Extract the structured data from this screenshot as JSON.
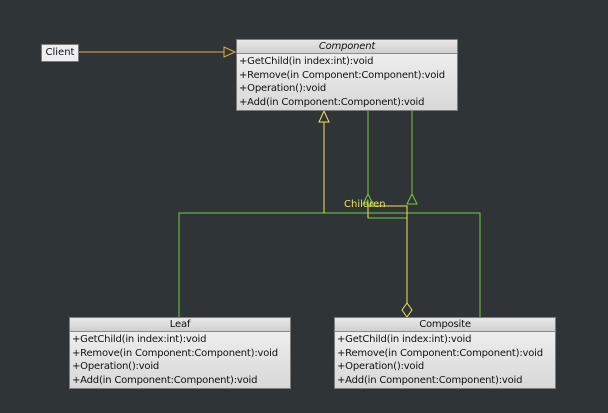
{
  "client": {
    "label": "Client"
  },
  "classes": {
    "component": {
      "name": "Component",
      "operations": [
        "+GetChild(in index:int):void",
        "+Remove(in Component:Component):void",
        "+Operation():void",
        "+Add(in Component:Component):void"
      ]
    },
    "leaf": {
      "name": "Leaf",
      "operations": [
        "+GetChild(in index:int):void",
        "+Remove(in Component:Component):void",
        "+Operation():void",
        "+Add(in Component:Component):void"
      ]
    },
    "composite": {
      "name": "Composite",
      "operations": [
        "+GetChild(in index:int):void",
        "+Remove(in Component:Component):void",
        "+Operation():void",
        "+Add(in Component:Component):void"
      ]
    }
  },
  "relations": {
    "children_label": "Children"
  },
  "colors": {
    "background": "#2f3437",
    "inheritance_line": "#7ac943",
    "association_line": "#f2e45a",
    "client_arrow": "#e0a84a"
  }
}
